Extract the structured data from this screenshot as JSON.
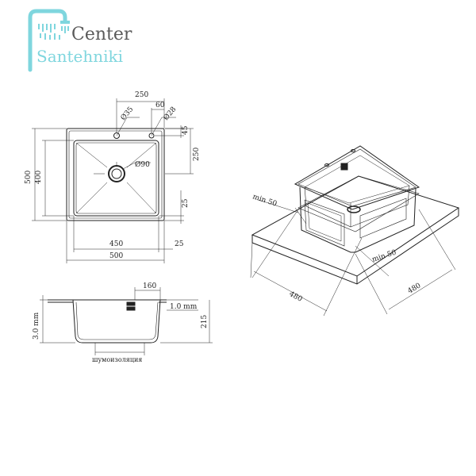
{
  "logo": {
    "line1": "Center",
    "line2": "Santehniki",
    "color_primary": "#5a5a5a",
    "color_accent": "#7fd6de"
  },
  "top_view": {
    "dim_250_top": "250",
    "dim_60": "60",
    "dia_35": "Ø35",
    "dia_28": "Ø28",
    "dim_45": "45",
    "dim_250_right": "250",
    "dia_90": "Ø90",
    "dim_500_left": "500",
    "dim_400_left": "400",
    "dim_25_right": "25",
    "dim_450": "450",
    "dim_25_bottom": "25",
    "dim_500_bottom": "500"
  },
  "side_view": {
    "dim_160": "160",
    "dim_1mm": "1.0 mm",
    "dim_3mm": "3.0 mm",
    "dim_215": "215",
    "insulation_label": "шумоизоляция"
  },
  "iso_view": {
    "min50_left": "min 50",
    "min50_right": "min 50",
    "dim_480_left": "480",
    "dim_480_right": "480"
  },
  "colors": {
    "line": "#222222"
  }
}
